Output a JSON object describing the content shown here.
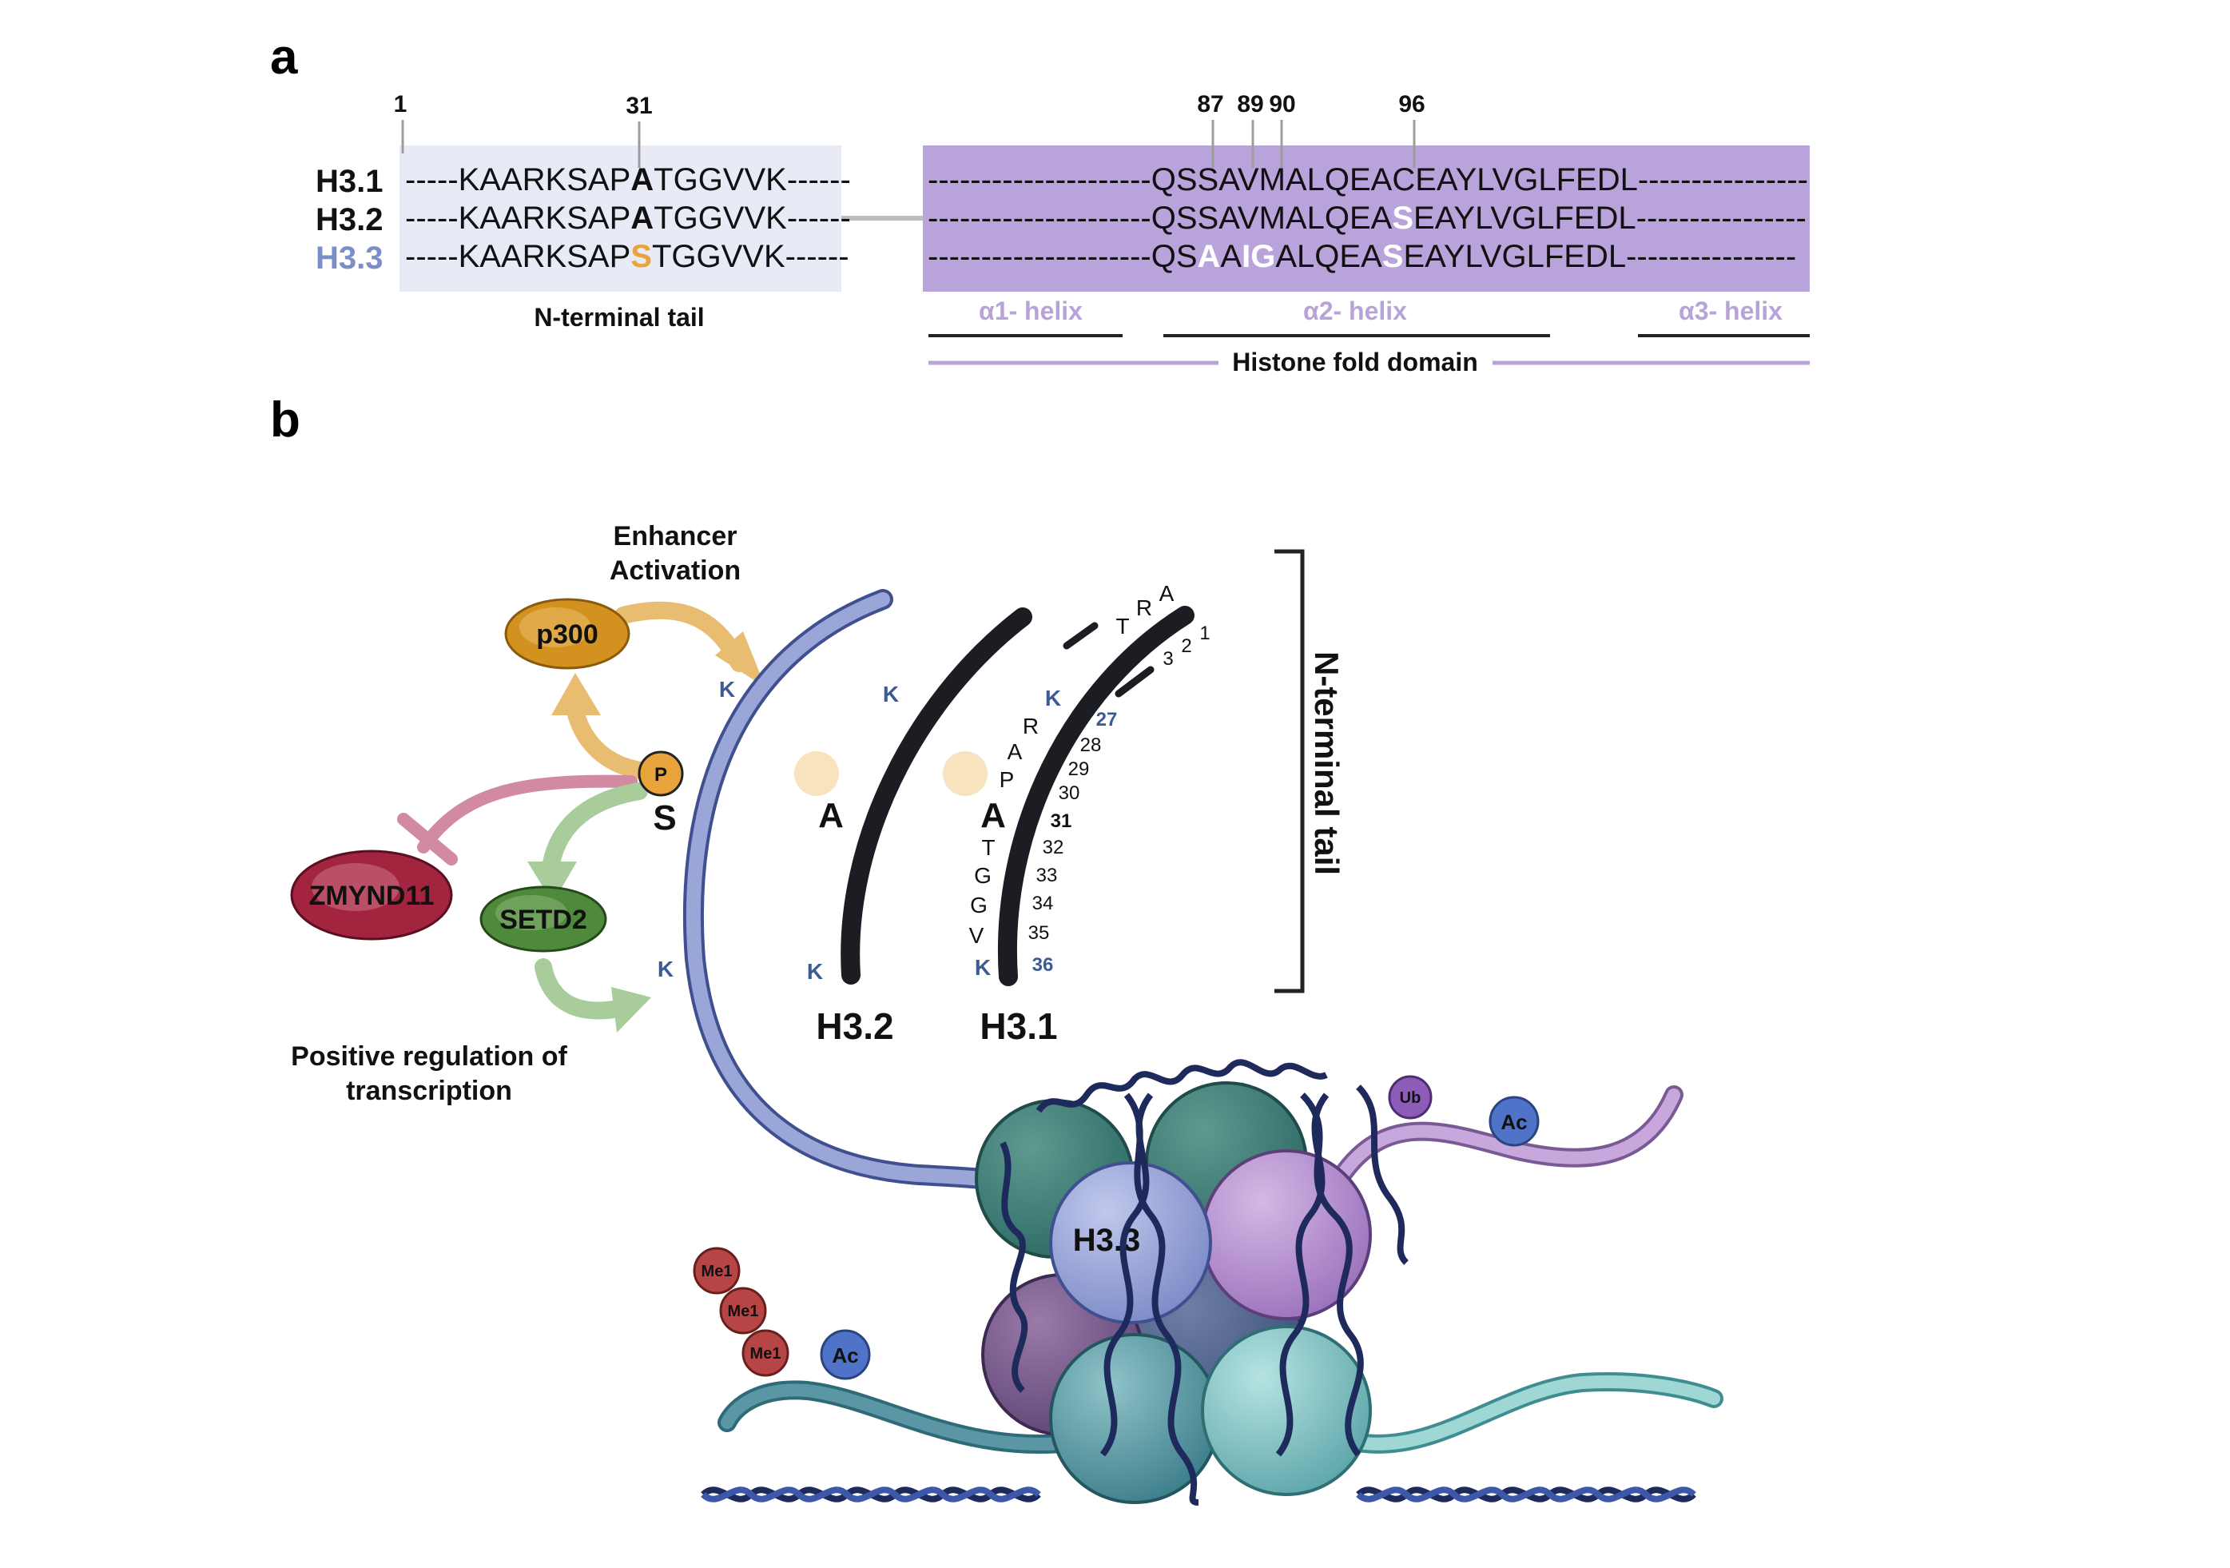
{
  "panel_a": {
    "letter": "a",
    "row_labels": [
      "H3.1",
      "H3.2",
      "H3.3"
    ],
    "positions_tail": [
      "1",
      "31"
    ],
    "positions_fold": [
      "87",
      "89",
      "90",
      "96"
    ],
    "tail_sequences": [
      [
        "-----KAARKSAP",
        "A",
        "TGGVVK------"
      ],
      [
        "-----KAARKSAP",
        "A",
        "TGGVVK------"
      ],
      [
        "-----KAARKSAP",
        "S",
        "TGGVVK------"
      ]
    ],
    "fold_dashes_left": "---------------------",
    "fold_dashes_right": "----------------",
    "fold_h31": [
      "QSSAVMALQEACEAYLVGLFEDL"
    ],
    "fold_h32": [
      "QSSAVMALQEA",
      "S",
      "EAYLVGLFEDL"
    ],
    "fold_h33": [
      "QS",
      "A",
      "A",
      "I",
      "G",
      "ALQEA",
      "S",
      "EAYLVGLFEDL"
    ],
    "tail_caption": "N-terminal tail",
    "helices": [
      "α1- helix",
      "α2- helix",
      "α3- helix"
    ],
    "fold_caption": "Histone fold domain",
    "colors": {
      "tail_bg": "#e8eaf6",
      "fold_bg": "#b8a3db",
      "h33_label": "#7b8ec8",
      "s31": "#e8a33a"
    }
  },
  "panel_b": {
    "letter": "b",
    "enhancer_label": [
      "Enhancer",
      "Activation"
    ],
    "positive_label": [
      "Positive regulation of",
      "transcription"
    ],
    "proteins": {
      "p300": "p300",
      "zmynd11": "ZMYND11",
      "setd2": "SETD2"
    },
    "phospho": "P",
    "serine": "S",
    "lysine": "K",
    "ala": "A",
    "tail_labels": [
      "H3.2",
      "H3.1"
    ],
    "nterm_residues_top": [
      "T",
      "R",
      "A"
    ],
    "nterm_nums_top": [
      "3",
      "2",
      "1"
    ],
    "h31_residues": [
      "K",
      "R",
      "A",
      "P",
      "A",
      "T",
      "G",
      "G",
      "V",
      "K"
    ],
    "h31_numbers": [
      "27",
      "28",
      "29",
      "30",
      "31",
      "32",
      "33",
      "34",
      "35",
      "36"
    ],
    "bracket_label": "N-terminal tail",
    "nucleosome_label": "H3.3",
    "marks": {
      "ub": "Ub",
      "ac": "Ac",
      "me1": "Me1"
    },
    "colors": {
      "h33_tail": "#9aa5d8",
      "p300": "#d3921f",
      "zmynd11": "#a3243f",
      "setd2": "#4f8a3c",
      "s31": "#e8a33a"
    }
  }
}
